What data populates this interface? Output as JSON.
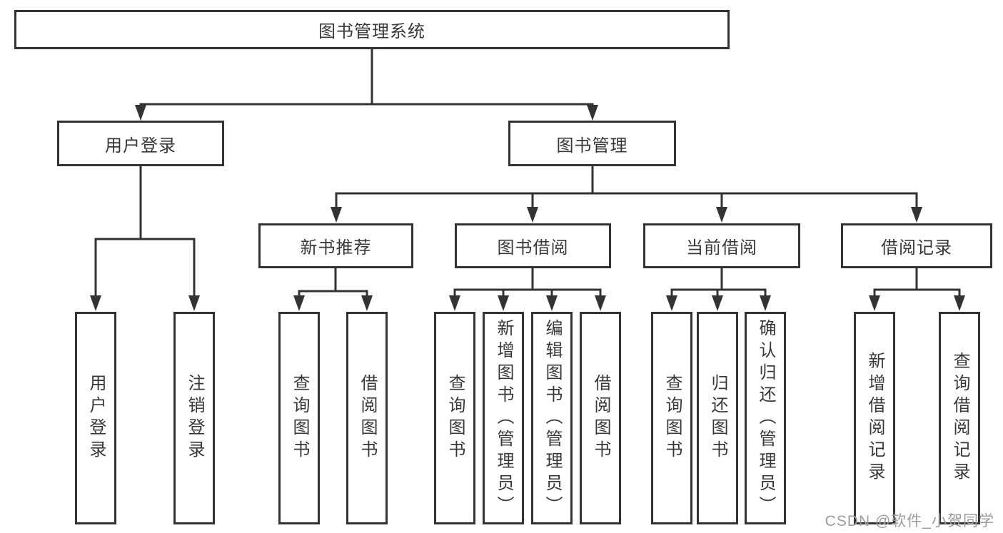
{
  "tree": {
    "root": "图书管理系统",
    "branches": [
      {
        "label": "用户登录",
        "children": [
          "用户登录",
          "注销登录"
        ]
      },
      {
        "label": "图书管理",
        "sections": [
          {
            "label": "新书推荐",
            "children": [
              "查询图书",
              "借阅图书"
            ]
          },
          {
            "label": "图书借阅",
            "children": [
              "查询图书",
              "新增图书（管理员）",
              "编辑图书（管理员）",
              "借阅图书"
            ]
          },
          {
            "label": "当前借阅",
            "children": [
              "查询图书",
              "归还图书",
              "确认归还（管理员）"
            ]
          },
          {
            "label": "借阅记录",
            "children": [
              "新增借阅记录",
              "查询借阅记录"
            ]
          }
        ]
      }
    ]
  },
  "watermark": "CSDN @软件_小贺同学",
  "colors": {
    "line": "#333333",
    "node_border": "#333333",
    "text": "#383838",
    "watermark": "#9c9c9c",
    "background": "#ffffff"
  }
}
